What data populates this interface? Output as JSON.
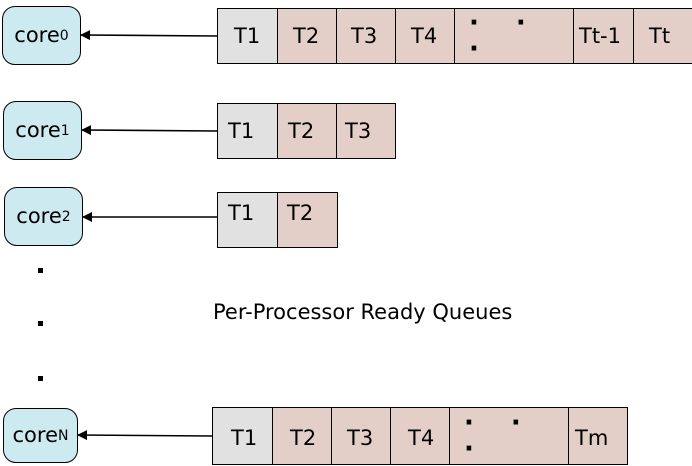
{
  "colors": {
    "core_fill": "#cdeaf0",
    "first_task_fill": "#e1e1e1",
    "task_fill": "#e3cfc7",
    "stroke": "#000000"
  },
  "cores": [
    {
      "label": "core",
      "sub": "0"
    },
    {
      "label": "core",
      "sub": "1"
    },
    {
      "label": "core",
      "sub": "2"
    },
    {
      "label": "core",
      "sub": "N"
    }
  ],
  "queues": [
    {
      "tasks": [
        "T1",
        "T2",
        "T3",
        "T4",
        "· · ·",
        "Tt-1",
        "Tt"
      ]
    },
    {
      "tasks": [
        "T1",
        "T2",
        "T3"
      ]
    },
    {
      "tasks": [
        "T1",
        "T2"
      ]
    },
    {
      "tasks": [
        "T1",
        "T2",
        "T3",
        "T4",
        "· · ·",
        "Tm"
      ]
    }
  ],
  "caption": "Per-Processor Ready Queues"
}
